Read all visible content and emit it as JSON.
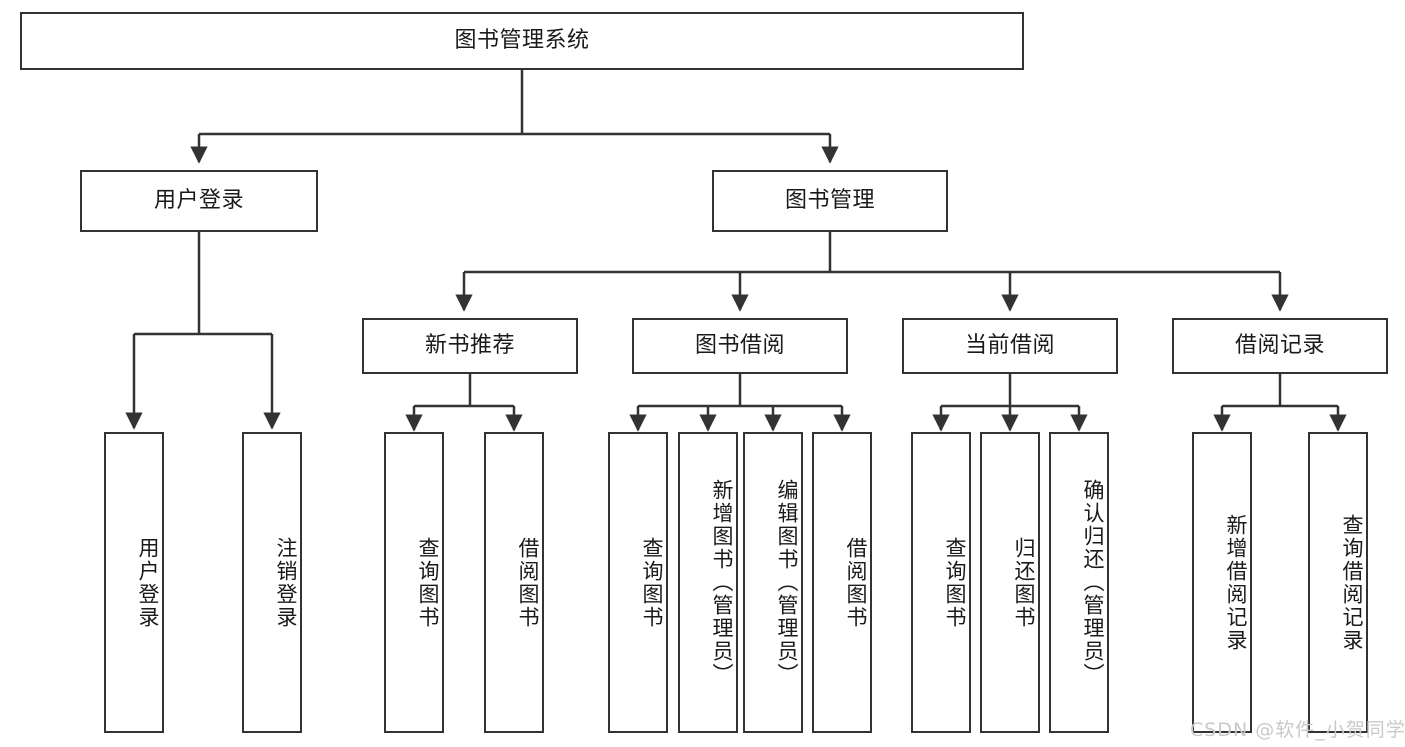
{
  "diagram": {
    "type": "tree-hierarchy",
    "title": "图书管理系统",
    "watermark": "CSDN @软件_小贺同学",
    "colors": {
      "stroke": "#333333",
      "fill": "#ffffff",
      "text": "#1a1a1a",
      "watermark": "#c9c9c9"
    },
    "nodes": {
      "root": "图书管理系统",
      "level2": {
        "user_login": "用户登录",
        "book_manage": "图书管理"
      },
      "level3": {
        "new_book_rec": "新书推荐",
        "book_borrow": "图书借阅",
        "current_borrow": "当前借阅",
        "borrow_record": "借阅记录"
      },
      "leaves": {
        "user_login_1": "用户登录",
        "user_login_2": "注销登录",
        "new_book_rec_1": "查询图书",
        "new_book_rec_2": "借阅图书",
        "book_borrow_1": "查询图书",
        "book_borrow_2": "新增图书（管理员）",
        "book_borrow_3": "编辑图书（管理员）",
        "book_borrow_4": "借阅图书",
        "current_borrow_1": "查询图书",
        "current_borrow_2": "归还图书",
        "current_borrow_3": "确认归还（管理员）",
        "borrow_record_1": "新增借阅记录",
        "borrow_record_2": "查询借阅记录"
      }
    }
  }
}
